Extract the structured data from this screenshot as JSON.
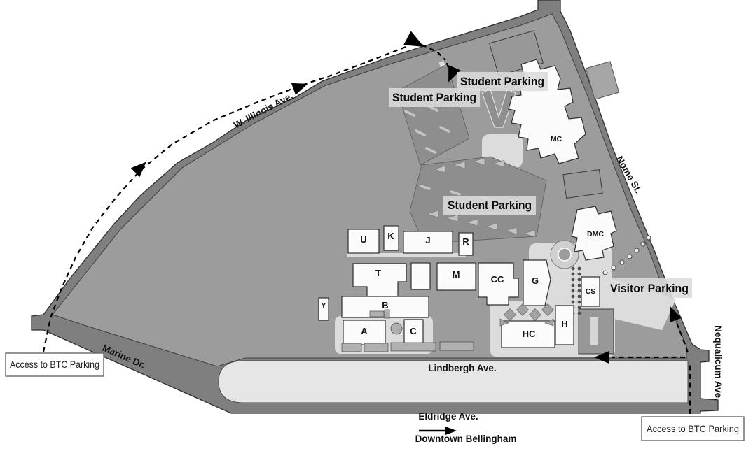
{
  "map": {
    "streets": {
      "w_illinois": "W. Illinois Ave.",
      "nome": "Nome St.",
      "marine": "Marine Dr.",
      "nequalicum": "Nequalicum Ave.",
      "lindbergh": "Lindbergh Ave.",
      "eldridge": "Eldridge Ave."
    },
    "parking": {
      "student": "Student Parking",
      "visitor": "Visitor Parking"
    },
    "callouts": {
      "btc_access": "Access to BTC Parking"
    },
    "downtown": "Downtown Bellingham",
    "buildings": [
      "U",
      "K",
      "J",
      "R",
      "T",
      "M",
      "CC",
      "G",
      "B",
      "A",
      "C",
      "Y",
      "HC",
      "H",
      "MC",
      "DMC",
      "CS"
    ],
    "colors": {
      "background": "#ffffff",
      "road": "#7f7f7f",
      "campus": "#9c9c9c",
      "parking_lot": "#8e8e8e",
      "walkway": "#dcdcdc",
      "lindbergh_band": "#e6e6e6",
      "building": "#fbfbfb",
      "building_outline": "#2e2e2e",
      "route": "#000000",
      "label_chip": "#dcdcdc"
    }
  }
}
